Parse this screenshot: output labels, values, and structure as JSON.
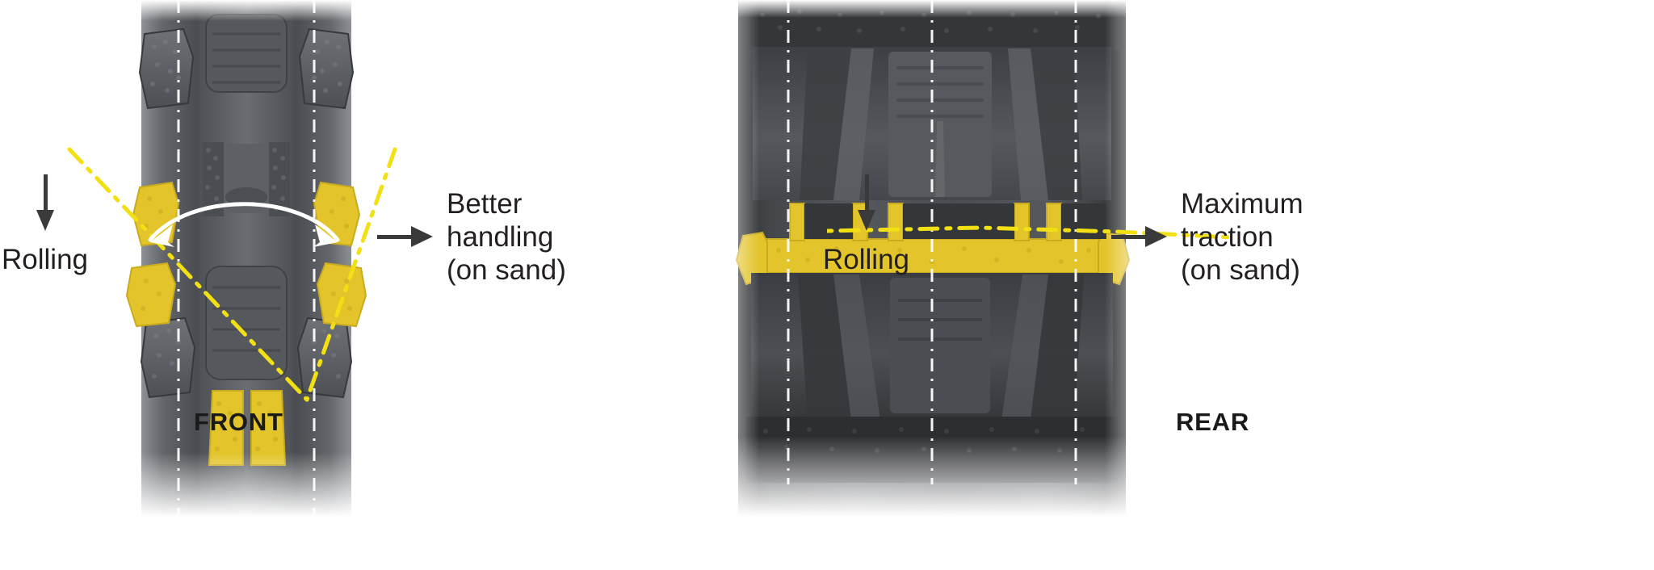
{
  "diagram": {
    "title_hidden": "",
    "accent_yellow": "#e8c92b",
    "line_yellow": "#f2e014",
    "guide_white": "#ffffff",
    "arrow_gray": "#3a3a3a",
    "text_color": "#231f20",
    "tread_dark": "#3b3d40",
    "tread_mid": "#55585c",
    "tread_light": "#6e7276",
    "background": "#ffffff"
  },
  "panels": [
    {
      "id": "front",
      "caption": "FRONT",
      "rolling_label": "Rolling",
      "rolling_icon": "arrow-down-icon",
      "benefit_icon": "arrow-right-icon",
      "benefit_lines": [
        "Better",
        "handling",
        "(on sand)"
      ],
      "benefit_text": "Better handling (on sand)",
      "highlight_pattern": "v-shaped",
      "guide_lines": 2,
      "arc_annotation": "double-headed-arc"
    },
    {
      "id": "rear",
      "caption": "REAR",
      "rolling_label": "Rolling",
      "rolling_icon": "arrow-down-icon",
      "benefit_icon": "arrow-right-icon",
      "benefit_lines": [
        "Maximum",
        "traction",
        "(on sand)"
      ],
      "benefit_text": "Maximum traction (on sand)",
      "highlight_pattern": "horizontal-band",
      "guide_lines": 3,
      "arc_annotation": "none"
    }
  ]
}
